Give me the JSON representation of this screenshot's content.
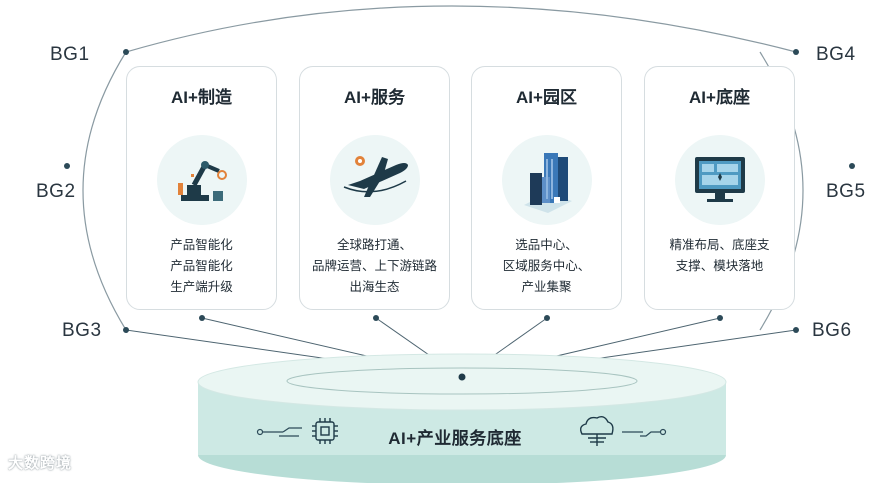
{
  "bg_labels": [
    "BG1",
    "BG2",
    "BG3",
    "BG4",
    "BG5",
    "BG6"
  ],
  "cards": [
    {
      "title": "AI+制造",
      "icon": "robot-arm-icon",
      "desc": [
        "产品智能化",
        "产品智能化",
        "生产端升级"
      ]
    },
    {
      "title": "AI+服务",
      "icon": "airplane-icon",
      "desc": [
        "全球路打通、",
        "品牌运营、上下游链路",
        "出海生态"
      ]
    },
    {
      "title": "AI+园区",
      "icon": "building-icon",
      "desc": [
        "选品中心、",
        "区域服务中心、",
        "产业集聚"
      ]
    },
    {
      "title": "AI+底座",
      "icon": "monitor-icon",
      "desc": [
        "精准布局、底座支",
        "支撑、模块落地"
      ]
    }
  ],
  "base": {
    "label": "AI+产业服务底座",
    "icons": [
      "chip-icon",
      "cloud-network-icon"
    ]
  },
  "watermark": "大数跨境",
  "colors": {
    "accent": "#1e4a5a",
    "base_top": "#e3f2ef",
    "base_side": "#c3e5df",
    "line": "#3f5a66"
  }
}
